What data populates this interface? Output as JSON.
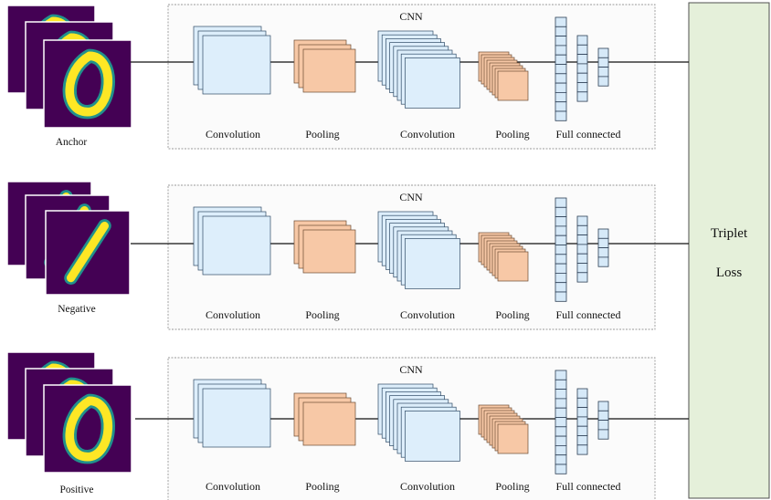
{
  "labels": {
    "cnn": "CNN",
    "convolution": "Convolution",
    "pooling": "Pooling",
    "full_connected": "Full connected",
    "loss_line1": "Triplet",
    "loss_line2": "Loss"
  },
  "rows": [
    {
      "input_label": "Anchor",
      "digit": "0"
    },
    {
      "input_label": "Negative",
      "digit": "1"
    },
    {
      "input_label": "Positive",
      "digit": "0"
    }
  ],
  "colors": {
    "panel_border": "#9a9a9a",
    "panel_fill": "#fbfbfb",
    "conv_fill": "#ddeefb",
    "conv_stroke": "#2e4a66",
    "pool_fill": "#f7c8a6",
    "pool_stroke": "#6b4a32",
    "fc_fill": "#d6e9f8",
    "fc_stroke": "#2d3f55",
    "mnist_bg": "#440154",
    "mnist_mid": "#21918c",
    "mnist_fg": "#fde725",
    "loss_fill": "#e5f0da",
    "loss_stroke": "#4f4f4f",
    "line": "#111111"
  }
}
